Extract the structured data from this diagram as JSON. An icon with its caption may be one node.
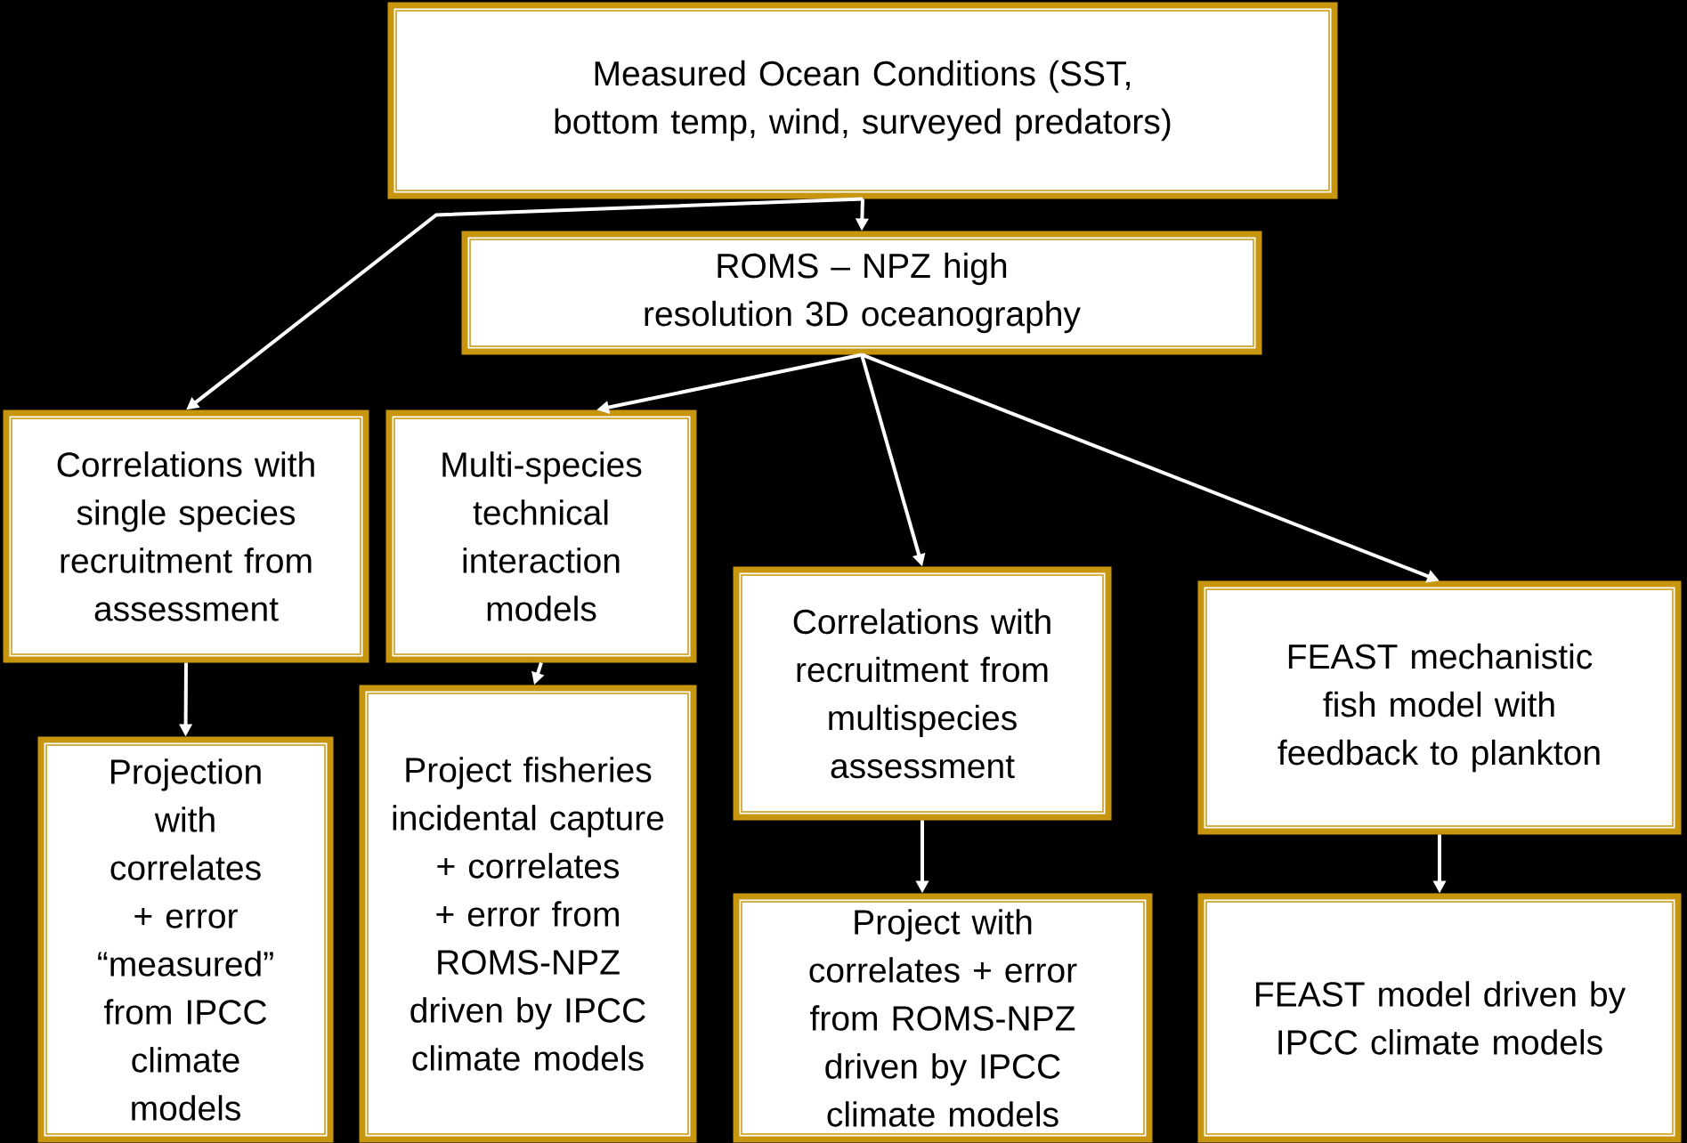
{
  "diagram": {
    "nodes": [
      {
        "text": [
          "Measured Ocean Conditions (SST, bottom temp, wind, surveyed predators)"
        ]
      },
      {
        "text": [
          "ROMS – NPZ high resolution 3D oceanography"
        ]
      },
      {
        "text": [
          "Correlations with single species recruitment from assessment"
        ]
      },
      {
        "text": [
          "Multi-species technical interaction models"
        ]
      },
      {
        "text": [
          "Correlations with recruitment from multispecies assessment"
        ]
      },
      {
        "text": [
          "FEAST mechanistic fish model with feedback to plankton"
        ]
      },
      {
        "text": [
          "Projection with correlates + error “measured” from IPCC climate models"
        ]
      },
      {
        "text": [
          "Project fisheries incidental capture + correlates + error from ROMS-NPZ driven by IPCC climate models"
        ]
      },
      {
        "text": [
          "Project with correlates + error from ROMS-NPZ driven by IPCC climate models"
        ]
      },
      {
        "text": [
          "FEAST model driven by IPCC climate models"
        ]
      }
    ],
    "edges": [
      {
        "from": 0,
        "to": 1,
        "arrow": "to"
      },
      {
        "from": 0,
        "to": 2,
        "arrow": "to"
      },
      {
        "from": 1,
        "to": 3,
        "arrow": "to"
      },
      {
        "from": 1,
        "to": 4,
        "arrow": "to"
      },
      {
        "from": 1,
        "to": 5,
        "arrow": "to"
      },
      {
        "from": 2,
        "to": 6,
        "arrow": "to"
      },
      {
        "from": 3,
        "to": 7,
        "arrow": "to"
      },
      {
        "from": 4,
        "to": 8,
        "arrow": "to"
      },
      {
        "from": 5,
        "to": 9,
        "arrow": "to"
      }
    ]
  }
}
